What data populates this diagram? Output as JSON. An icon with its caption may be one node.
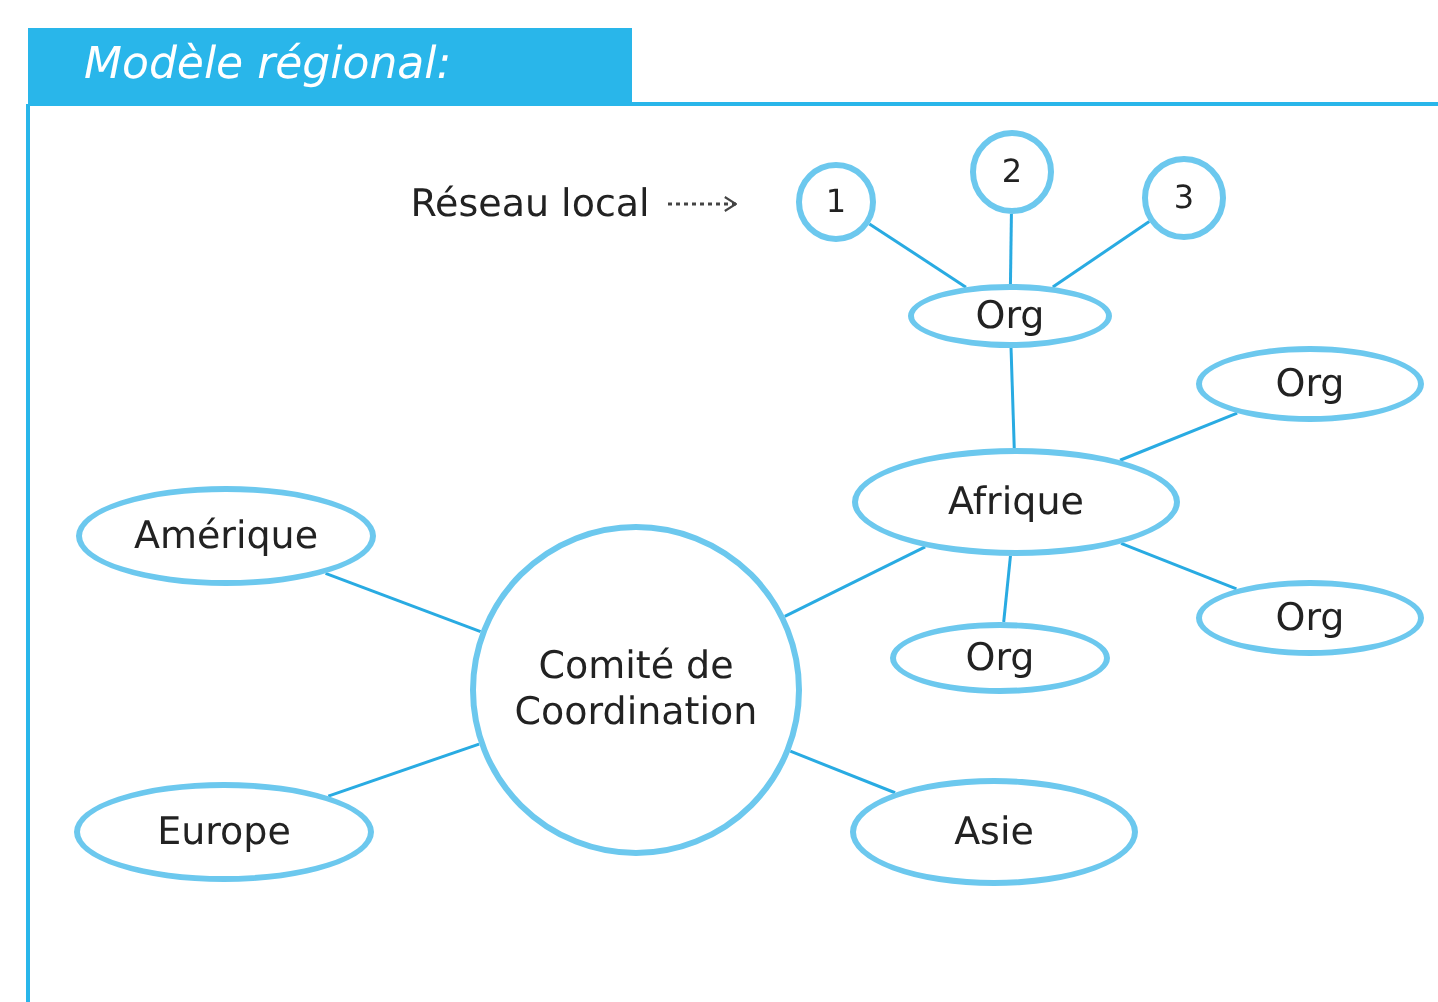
{
  "diagram": {
    "title": "Modèle régional:",
    "nodes": [
      {
        "text": [
          "Réseau local"
        ]
      },
      {
        "text": [
          "1"
        ]
      },
      {
        "text": [
          "2"
        ]
      },
      {
        "text": [
          "3"
        ]
      },
      {
        "text": [
          "Org"
        ]
      },
      {
        "text": [
          "Org"
        ]
      },
      {
        "text": [
          "Afrique"
        ]
      },
      {
        "text": [
          "Amérique"
        ]
      },
      {
        "text": [
          "Comité de Coordination"
        ]
      },
      {
        "text": [
          "Org"
        ]
      },
      {
        "text": [
          "Org"
        ]
      },
      {
        "text": [
          "Europe"
        ]
      },
      {
        "text": [
          "Asie"
        ]
      }
    ],
    "edges": [
      {
        "from": 0,
        "to": 1,
        "arrow": "to",
        "style": "dashed",
        "color": "#444444"
      },
      {
        "from": 1,
        "to": 4,
        "arrow": "none"
      },
      {
        "from": 2,
        "to": 4,
        "arrow": "none"
      },
      {
        "from": 3,
        "to": 4,
        "arrow": "none"
      },
      {
        "from": 4,
        "to": 6,
        "arrow": "none"
      },
      {
        "from": 5,
        "to": 6,
        "arrow": "none"
      },
      {
        "from": 6,
        "to": 9,
        "arrow": "none"
      },
      {
        "from": 6,
        "to": 10,
        "arrow": "none"
      },
      {
        "from": 6,
        "to": 8,
        "arrow": "none"
      },
      {
        "from": 7,
        "to": 8,
        "arrow": "none"
      },
      {
        "from": 11,
        "to": 8,
        "arrow": "none"
      },
      {
        "from": 12,
        "to": 8,
        "arrow": "none"
      }
    ]
  }
}
